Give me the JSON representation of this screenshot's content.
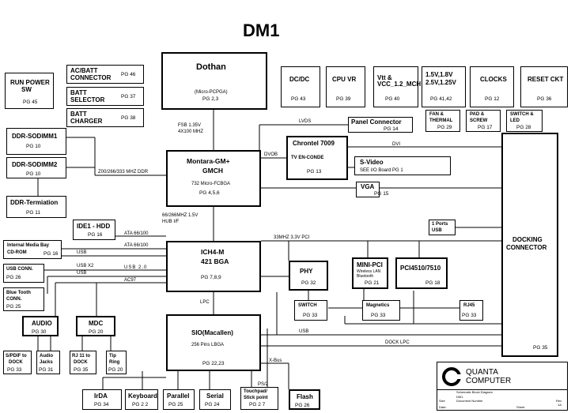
{
  "title": "DM1",
  "blocks": {
    "run_power": {
      "l1": "RUN POWER",
      "l2": "SW",
      "pg": "PG 45"
    },
    "acbatt": {
      "l1": "AC/BATT",
      "l2": "CONNECTOR",
      "pg": "PG 46"
    },
    "batt_sel": {
      "l1": "BATT",
      "l2": "SELECTOR",
      "pg": "PG 37"
    },
    "batt_chg": {
      "l1": "BATT",
      "l2": "CHARGER",
      "pg": "PG 38"
    },
    "dothan": {
      "name": "Dothan",
      "sub": "(Micro-PCPGA)",
      "pg": "PG 2,3"
    },
    "dcdc": {
      "name": "DC/DC",
      "pg": "PG 43"
    },
    "cpuvr": {
      "name": "CPU VR",
      "pg": "PG 39"
    },
    "vtt": {
      "l1": "Vtt &",
      "l2": "VCC_1.2_MCH",
      "pg": "PG 40"
    },
    "v15": {
      "l1": "1.5V,1.8V",
      "l2": "2.5V,1.25V",
      "pg": "PG 41,42"
    },
    "clocks": {
      "name": "CLOCKS",
      "pg": "PG 12"
    },
    "reset": {
      "name": "RESET CKT",
      "pg": "PG 36"
    },
    "fan": {
      "l1": "FAN &",
      "l2": "THERMAL",
      "pg": "PG 29"
    },
    "pad": {
      "l1": "PAD &",
      "l2": "SCREW",
      "pg": "PG 17"
    },
    "switch_led": {
      "l1": "SWITCH &",
      "l2": "LED",
      "pg": "PG 28"
    },
    "panel": {
      "name": "Panel Connector",
      "pg": "PG 14"
    },
    "ddr1": {
      "name": "DDR-SODIMM1",
      "pg": "PG 10"
    },
    "ddr2": {
      "name": "DDR-SODIMM2",
      "pg": "PG 10"
    },
    "ddrterm": {
      "name": "DDR-Termiation",
      "pg": "PG 11"
    },
    "gmch": {
      "l1": "Montara-GM+",
      "l2": "GMCH",
      "sub": "732 Micro-FCBGA",
      "pg": "PG 4,5,6"
    },
    "chrontel": {
      "l1": "Chrontel 7009",
      "l2": "TV EN-CONDE",
      "pg": "PG 13"
    },
    "svideo": {
      "name": "S-Video",
      "sub": "SEE I/O Board PG 1"
    },
    "vga": {
      "name": "VGA",
      "pg": "PG 15"
    },
    "docking": {
      "l1": "DOCKING",
      "l2": "CONNECTOR",
      "pg": "PG 35"
    },
    "usb1port": {
      "l1": "1 Ports",
      "l2": "USB"
    },
    "ide": {
      "name": "IDE1 - HDD",
      "pg": "PG 16"
    },
    "media": {
      "l1": "Internal Media Bay",
      "l2": "CD-ROM",
      "pg": "PG 16"
    },
    "usbconn": {
      "name": "USB CONN.",
      "pg": "PG 26"
    },
    "bt": {
      "l1": "Blue Tooth",
      "l2": "CONN.",
      "pg": "PG 25"
    },
    "ich4": {
      "l1": "ICH4-M",
      "l2": "421 BGA",
      "pg": "PG 7,8,9"
    },
    "phy": {
      "name": "PHY",
      "pg": "PG 32"
    },
    "minipci": {
      "name": "MINI-PCI",
      "sub1": "Wireless LAN",
      "sub2": "Bluetooth",
      "pg": "PG 21"
    },
    "pci4510": {
      "name": "PCI4510/7510",
      "pg": "PG 18"
    },
    "switch": {
      "name": "SWITCH",
      "pg": "PG 33"
    },
    "magnetics": {
      "name": "Magnetics",
      "pg": "PG 33"
    },
    "rj45": {
      "name": "RJ45",
      "pg": "PG 33"
    },
    "audio": {
      "name": "AUDIO",
      "pg": "PG 30"
    },
    "mdc": {
      "name": "MDC",
      "pg": "PG 20"
    },
    "spdif": {
      "l1": "S/PDIF to",
      "l2": "DOCK",
      "pg": "PG 33"
    },
    "ajacks": {
      "l1": "Audio",
      "l2": "Jacks",
      "pg": "PG 31"
    },
    "rj11": {
      "l1": "RJ 11 to",
      "l2": "DOCK",
      "pg": "PG 35"
    },
    "tipring": {
      "l1": "Tip",
      "l2": "Ring",
      "pg": "PG 20"
    },
    "sio": {
      "l1": "SIO(Macallen)",
      "l2": "256 Pins LBGA",
      "pg": "PG 22,23"
    },
    "irda": {
      "name": "IrDA",
      "pg": "PG 34"
    },
    "keyboard": {
      "name": "Keyboard",
      "pg": "PG 2 2"
    },
    "parallel": {
      "name": "Parallel",
      "pg": "PG 25"
    },
    "serial": {
      "name": "Serial",
      "pg": "PG 24"
    },
    "touchpad": {
      "l1": "Touchpad/",
      "l2": "Stick point",
      "pg": "PG 2 7"
    },
    "flash": {
      "name": "Flash",
      "pg": "PG 26"
    }
  },
  "labels": {
    "fsb": "FSB  1.35V",
    "fsb2": "4X100 MHZ",
    "ddr_bus": "Z00/266/333 MHZ DDR",
    "lvds": "LVDS",
    "dvob": "DVOB",
    "dvi": "DVI",
    "hub1": "66/266MHZ  1.5V",
    "hub2": "HUB I/F",
    "pci": "33MHZ  3.3V PCI",
    "ata1": "ATA 66/100",
    "ata2": "ATA 66/100",
    "usb_a": "USB",
    "usbx2": "USB X2",
    "usb20": "USB  2.0",
    "usb_b": "USB",
    "ac97": "AC97",
    "lpc": "LPC",
    "usb_c": "USB",
    "dock_lpc": "DOCK LPC",
    "xbus": "X-Bus",
    "ps2": "PS/2"
  },
  "logo": {
    "l1": "QUANTA",
    "l2": "COMPUTER"
  },
  "titleblock": {
    "t1": "Schematic Block Diagram",
    "t2": "DM1",
    "size": "Size",
    "docno": "Document Number",
    "rev": "Rev",
    "rev_val": "1A",
    "date": "Date:",
    "sheet": "Sheet"
  }
}
